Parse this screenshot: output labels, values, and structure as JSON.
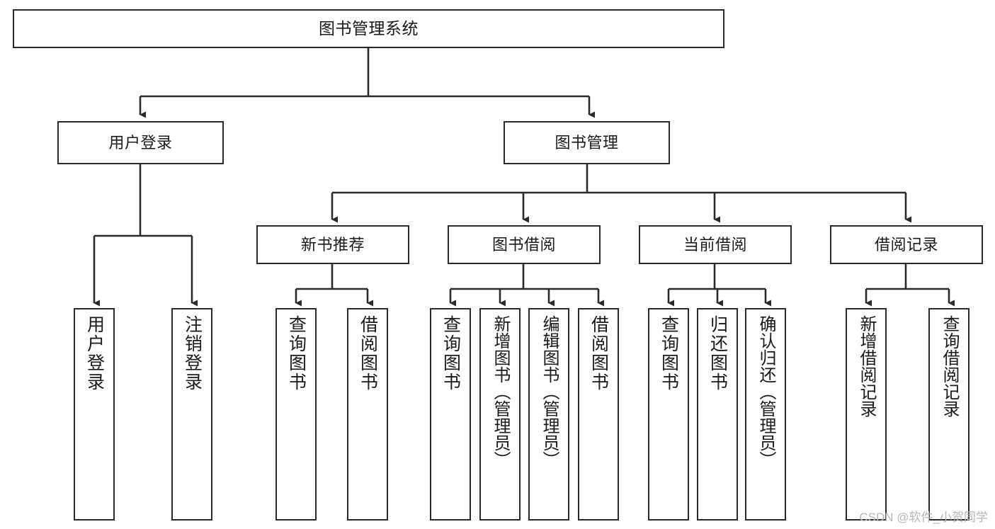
{
  "diagram": {
    "title": "图书管理系统",
    "type": "tree-hierarchy",
    "watermark": "CSDN @软件_小贺同学",
    "nodes": {
      "root": {
        "label": "图书管理系统"
      },
      "level2": [
        {
          "id": "user-login",
          "label": "用户登录"
        },
        {
          "id": "book-management",
          "label": "图书管理"
        }
      ],
      "level3": [
        {
          "id": "new-book-recommend",
          "label": "新书推荐"
        },
        {
          "id": "book-borrow",
          "label": "图书借阅"
        },
        {
          "id": "current-borrow",
          "label": "当前借阅"
        },
        {
          "id": "borrow-record",
          "label": "借阅记录"
        }
      ],
      "leaves": {
        "user_login": [
          {
            "id": "leaf-user-login",
            "label": "用户登录"
          },
          {
            "id": "leaf-logout-login",
            "label": "注销登录"
          }
        ],
        "new_book_recommend": [
          {
            "id": "leaf-query-book-1",
            "label": "查询图书"
          },
          {
            "id": "leaf-borrow-book-1",
            "label": "借阅图书"
          }
        ],
        "book_borrow": [
          {
            "id": "leaf-query-book-2",
            "label": "查询图书"
          },
          {
            "id": "leaf-add-book-admin",
            "label": "新增图书（管理员）"
          },
          {
            "id": "leaf-edit-book-admin",
            "label": "编辑图书（管理员）"
          },
          {
            "id": "leaf-borrow-book-2",
            "label": "借阅图书"
          }
        ],
        "current_borrow": [
          {
            "id": "leaf-query-book-3",
            "label": "查询图书"
          },
          {
            "id": "leaf-return-book",
            "label": "归还图书"
          },
          {
            "id": "leaf-confirm-return-admin",
            "label": "确认归还（管理员）"
          }
        ],
        "borrow_record": [
          {
            "id": "leaf-add-borrow-record",
            "label": "新增借阅记录"
          },
          {
            "id": "leaf-query-borrow-record",
            "label": "查询借阅记录"
          }
        ]
      }
    },
    "colors": {
      "stroke": "#2b2b2b",
      "fill": "#ffffff",
      "text": "#1a1a1a",
      "watermark": "#b8b8b8"
    }
  }
}
